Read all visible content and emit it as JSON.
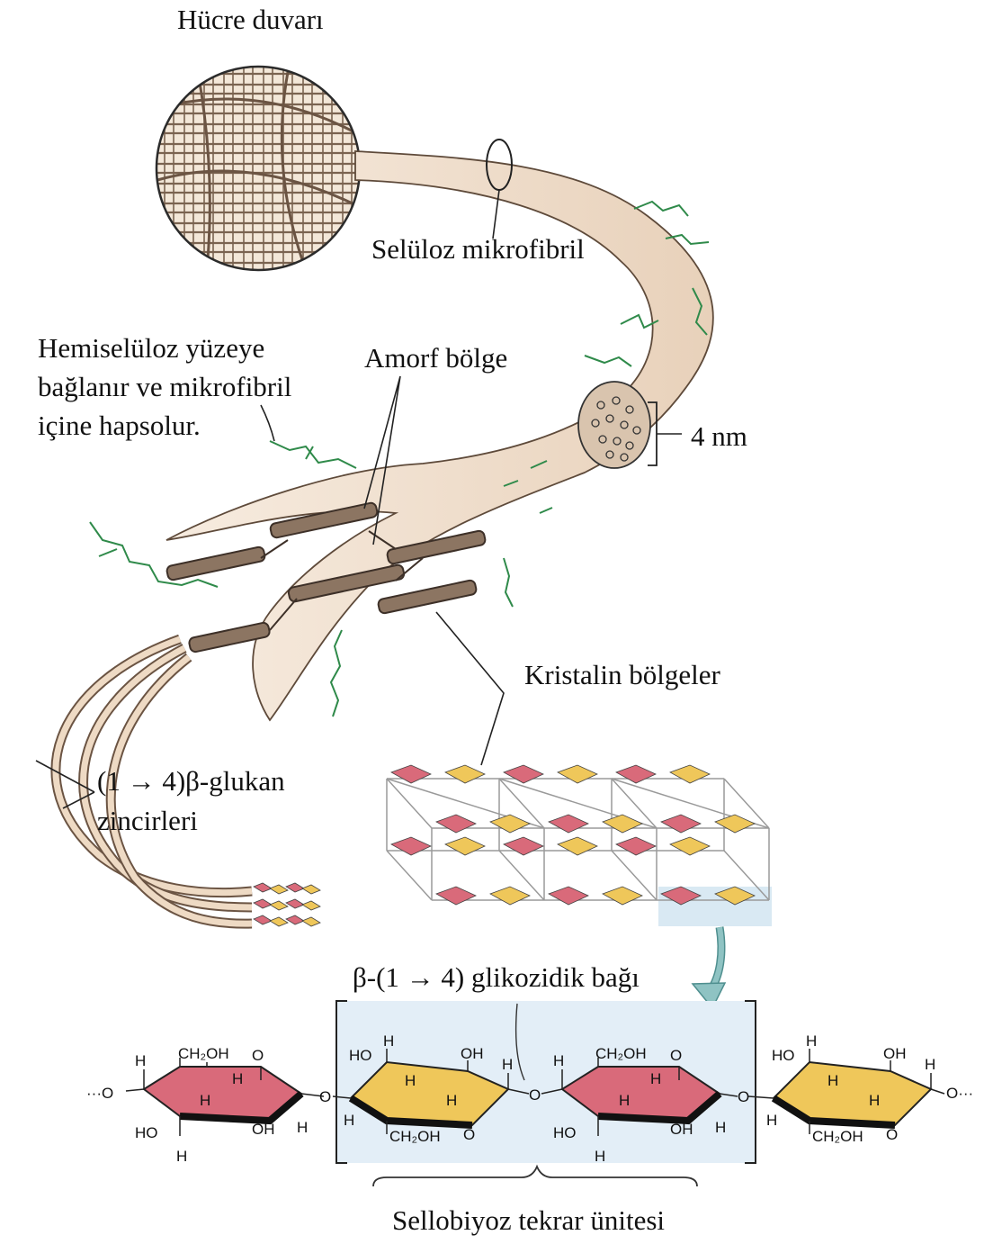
{
  "labels": {
    "cell_wall": "Hücre duvarı",
    "microfibril": "Selüloz mikrofibril",
    "hemicellulose_line1": "Hemiselüloz yüzeye",
    "hemicellulose_line2": "bağlanır ve mikrofibril",
    "hemicellulose_line3": "içine hapsolur.",
    "amorphous": "Amorf bölge",
    "size": "4 nm",
    "crystalline": "Kristalin bölgeler",
    "glucan_line1": "(1 → 4)β-glukan",
    "glucan_line2": "zincirleri",
    "glycosidic": "β-(1 → 4) glikozidik bağı",
    "repeat_unit": "Sellobiyoz tekrar ünitesi"
  },
  "chem": {
    "ch2oh": "CH₂OH",
    "oh": "OH",
    "ho": "HO",
    "h": "H",
    "o": "O",
    "o_link": "O",
    "chain_left": "···O",
    "chain_right": "O···"
  },
  "colors": {
    "fibril": "#ecd9c4",
    "fibril_stroke": "#7a6350",
    "hemicellulose": "#2f8a4a",
    "glucose_red": "#d96a7a",
    "glucose_yellow": "#efc75a",
    "repeat_box": "#e3eef7",
    "arrow": "#8fc3c3"
  }
}
